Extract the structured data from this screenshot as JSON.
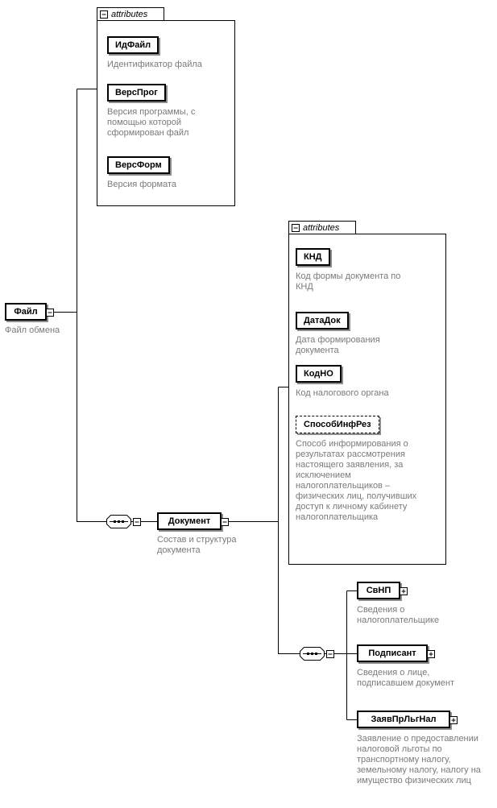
{
  "labels": {
    "attributes": "attributes"
  },
  "file": {
    "name": "Файл",
    "caption": "Файл обмена",
    "attributes": [
      {
        "name": "ИдФайл",
        "caption": "Идентификатор файла"
      },
      {
        "name": "ВерсПрог",
        "caption": "Версия программы, с помощью которой сформирован файл"
      },
      {
        "name": "ВерсФорм",
        "caption": "Версия формата"
      }
    ]
  },
  "document": {
    "name": "Документ",
    "caption": "Состав и структура документа",
    "attributes": [
      {
        "name": "КНД",
        "caption": "Код формы документа по КНД"
      },
      {
        "name": "ДатаДок",
        "caption": "Дата формирования документа"
      },
      {
        "name": "КодНО",
        "caption": "Код налогового органа"
      },
      {
        "name": "СпособИнфРез",
        "caption": "Способ информирования о результатах рассмотрения настоящего заявления, за исключением налогоплательщиков – физических лиц, получивших доступ к личному кабинету налогоплательщика",
        "optional": true
      }
    ],
    "children": [
      {
        "name": "СвНП",
        "caption": "Сведения о налогоплательщике"
      },
      {
        "name": "Подписант",
        "caption": "Сведения о лице, подписавшем документ"
      },
      {
        "name": "ЗаявПрЛьгНал",
        "caption": "Заявление о предоставлении налоговой льготы по транспортному налогу, земельному налогу, налогу на имущество физических лиц"
      }
    ]
  }
}
